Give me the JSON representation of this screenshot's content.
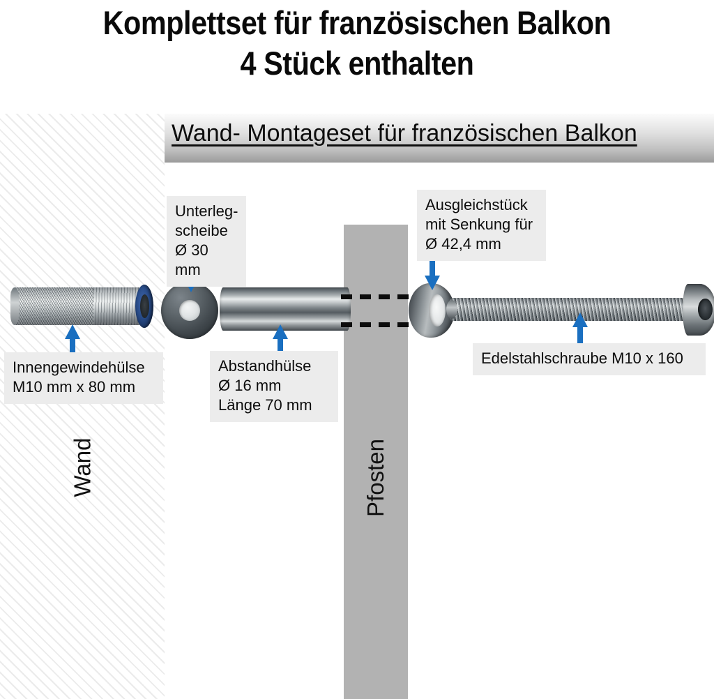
{
  "title": {
    "line1": "Komplettset für französischen Balkon",
    "line2": "4 Stück enthalten"
  },
  "header": {
    "text": "Wand- Montageset für französischen Balkon"
  },
  "structures": {
    "wall_label": "Wand",
    "post_label": "Pfosten"
  },
  "callouts": {
    "washer": "Unterleg-\nscheibe\nØ 30 mm",
    "ausgleichstueck": "Ausgleichstück\nmit Senkung für\nØ 42,4 mm",
    "sleeve": "Innengewindehülse\nM10 mm x 80 mm",
    "spacer": "Abstandhülse\nØ 16 mm\nLänge 70 mm",
    "screw": "Edelstahlschraube M10 x 160"
  },
  "colors": {
    "arrow_blue": "#1a6fc0",
    "post_gray": "#b2b2b2",
    "callout_bg": "#ececec",
    "header_band_gray": "#cfcfcf",
    "text_black": "#0d0d0d"
  },
  "icons": {
    "arrow_down": "arrow-down-icon",
    "arrow_up": "arrow-up-icon"
  }
}
